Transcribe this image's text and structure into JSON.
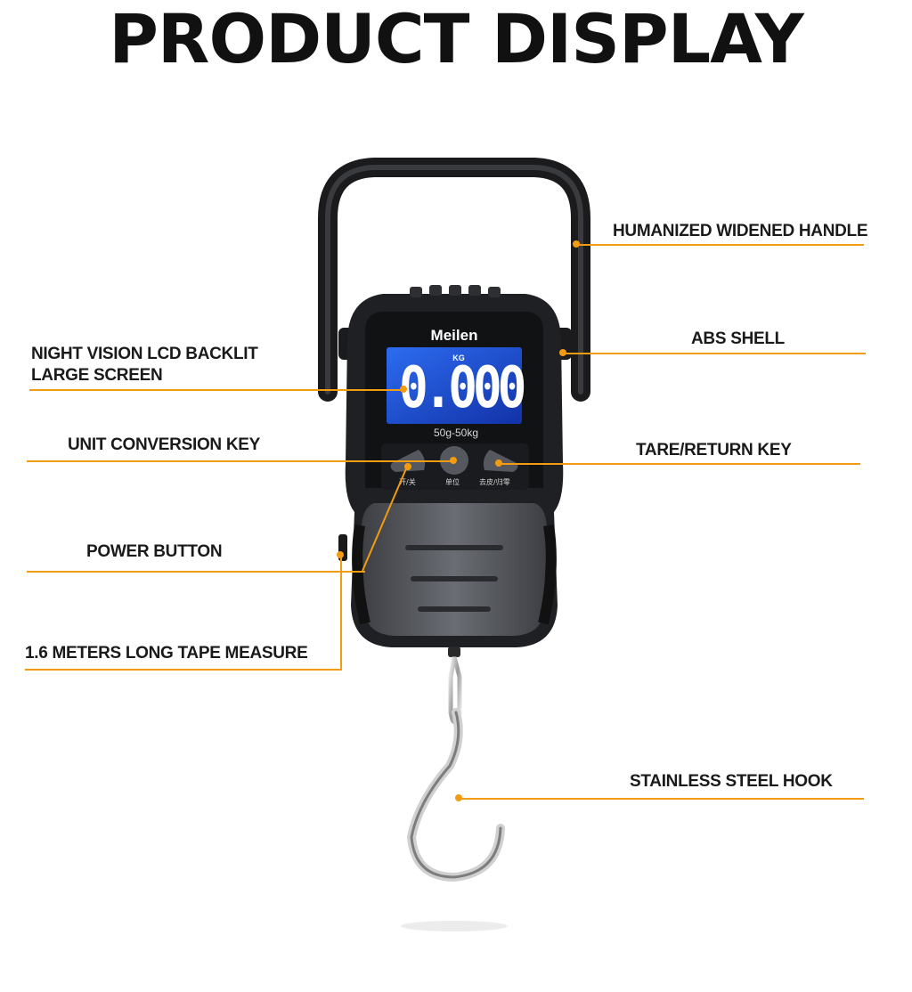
{
  "title": "PRODUCT DISPLAY",
  "accent_color": "#f39c12",
  "labels": {
    "handle": "HUMANIZED WIDENED HANDLE",
    "shell": "ABS SHELL",
    "screen_line1": "NIGHT VISION LCD BACKLIT",
    "screen_line2": "LARGE SCREEN",
    "unit_key": "UNIT CONVERSION KEY",
    "tare_key": "TARE/RETURN KEY",
    "power_button": "POWER BUTTON",
    "tape_measure": "1.6 METERS LONG TAPE MEASURE",
    "hook": "STAINLESS STEEL HOOK"
  },
  "device": {
    "brand": "Meilen",
    "unit": "KG",
    "reading": "0.000",
    "range": "50g-50kg",
    "key_captions": [
      "开/关",
      "单位",
      "去皮/归零"
    ],
    "lcd_color": "#1f4fd8",
    "body_color": "#5a5d63"
  }
}
